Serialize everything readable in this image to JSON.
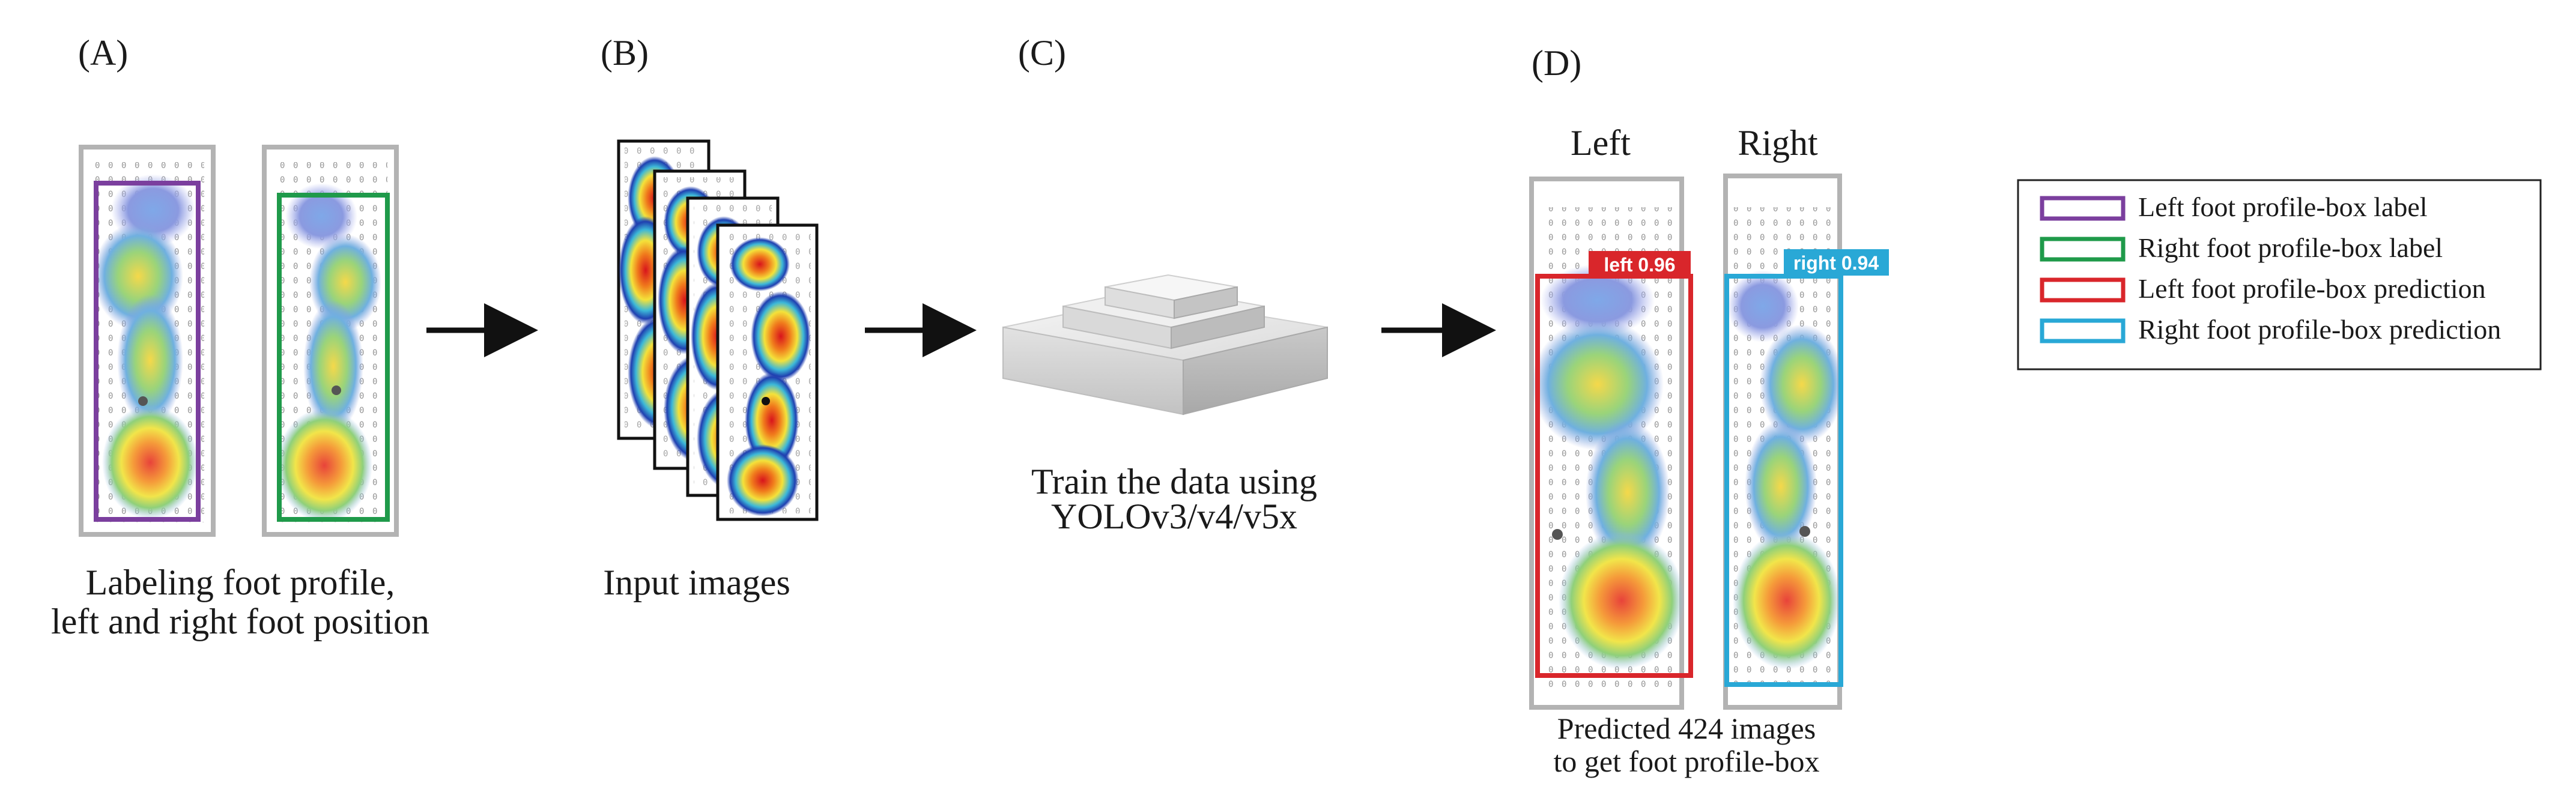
{
  "panels": {
    "a": {
      "label": "(A)",
      "caption_line1": "Labeling foot profile,",
      "caption_line2": "left and right foot position"
    },
    "b": {
      "label": "(B)",
      "caption": "Input images"
    },
    "c": {
      "label": "(C)",
      "caption_line1": "Train the data using",
      "caption_line2": "YOLOv3/v4/v5x"
    },
    "d": {
      "label": "(D)",
      "left_title": "Left",
      "right_title": "Right",
      "left_tag": "left 0.96",
      "right_tag": "right 0.94",
      "caption_line1": "Predicted 424 images",
      "caption_line2": "to get foot profile-box"
    }
  },
  "legend": {
    "items": [
      {
        "label": "Left foot profile-box label",
        "color": "#7b3f9e"
      },
      {
        "label": "Right foot profile-box label",
        "color": "#1f9a4a"
      },
      {
        "label": "Left foot profile-box prediction",
        "color": "#d9262b"
      },
      {
        "label": "Right foot profile-box prediction",
        "color": "#29a8d6"
      }
    ]
  },
  "colors": {
    "frame_gray": "#b3b3b3",
    "left_label": "#7b3f9e",
    "right_label": "#1f9a4a",
    "left_pred": "#d9262b",
    "right_pred": "#29a8d6",
    "arrow": "#111111"
  }
}
